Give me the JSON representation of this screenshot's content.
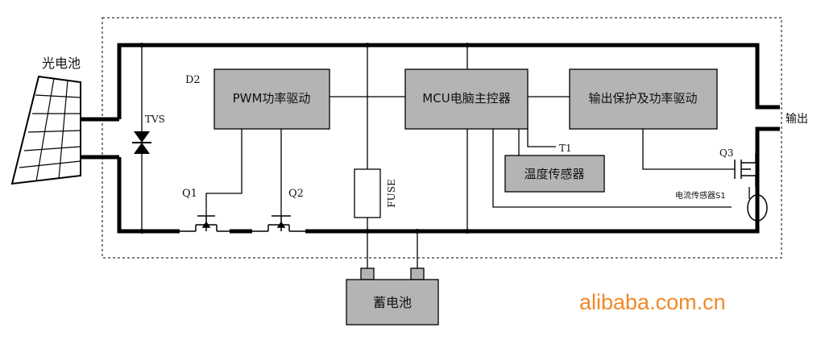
{
  "labels": {
    "solar_panel": "光电池",
    "output": "输出",
    "battery": "蓄电池",
    "tvs": "TVS",
    "d2": "D2",
    "q1": "Q1",
    "q2": "Q2",
    "q3": "Q3",
    "t1": "T1",
    "fuse": "FUSE",
    "current_sensor": "电流传感器S1"
  },
  "blocks": {
    "pwm_driver": "PWM功率驱动",
    "mcu": "MCU电脑主控器",
    "output_protection": "输出保护及功率驱动",
    "temp_sensor": "温度传感器"
  },
  "watermark": "alibaba.com.cn",
  "colors": {
    "block_fill": "#b4b4b4",
    "line": "#000000",
    "watermark": "#f0892a"
  }
}
